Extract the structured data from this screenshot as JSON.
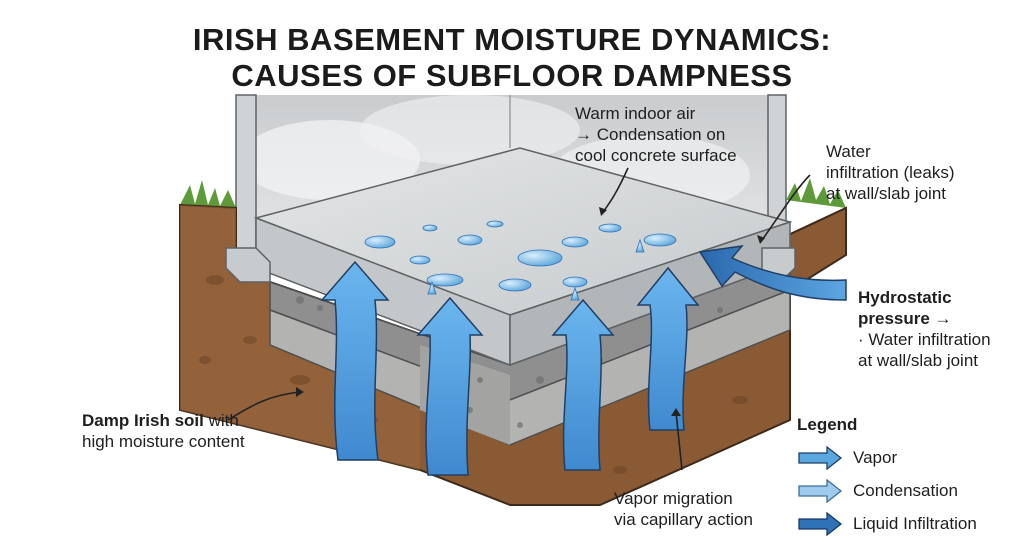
{
  "title": {
    "line1": "IRISH BASEMENT MOISTURE DYNAMICS:",
    "line2": "CAUSES OF SUBFLOOR DAMPNESS"
  },
  "callouts": {
    "condensation": [
      "Warm indoor air",
      "→ Condensation on",
      "cool concrete surface"
    ],
    "leaks": [
      "Water",
      "infiltration (leaks)",
      "at wall/slab joint"
    ],
    "hydrostatic": {
      "heading_1": "Hydrostatic",
      "heading_2": "pressure →",
      "line_1": "· Water infiltration",
      "line_2": "at wall/slab joint"
    },
    "soil": {
      "bold": "Damp Irish soil",
      "rest": " with",
      "line_2": "high moisture content"
    },
    "capillary": [
      "Vapor migration",
      "via capillary action"
    ]
  },
  "legend": {
    "title": "Legend",
    "items": [
      {
        "label": "Vapor",
        "color": "#5aa7e0",
        "icon": "vapor-arrow-icon"
      },
      {
        "label": "Condensation",
        "color": "#9fcbee",
        "icon": "condensation-arrow-icon"
      },
      {
        "label": "Liquid Infiltration",
        "color": "#2f72b8",
        "icon": "liquid-arrow-icon"
      }
    ]
  },
  "colors": {
    "soil": "#8a5a35",
    "gravel": "#9c9c9c",
    "concrete": "#d6d9db",
    "grass": "#5f9a3a",
    "vapor_arrow": "#4e9ede",
    "water": "#2f72b8"
  }
}
